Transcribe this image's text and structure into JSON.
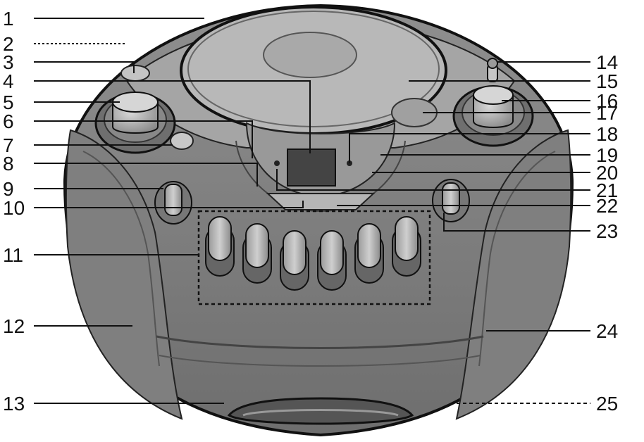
{
  "diagram": {
    "subject": "portable CD radio cassette player, top view",
    "callouts": {
      "left": [
        "1",
        "2",
        "3",
        "4",
        "5",
        "6",
        "7",
        "8",
        "9",
        "10",
        "11",
        "12",
        "13"
      ],
      "right": [
        "14",
        "15",
        "16",
        "17",
        "18",
        "19",
        "20",
        "21",
        "22",
        "23",
        "24",
        "25"
      ]
    }
  }
}
